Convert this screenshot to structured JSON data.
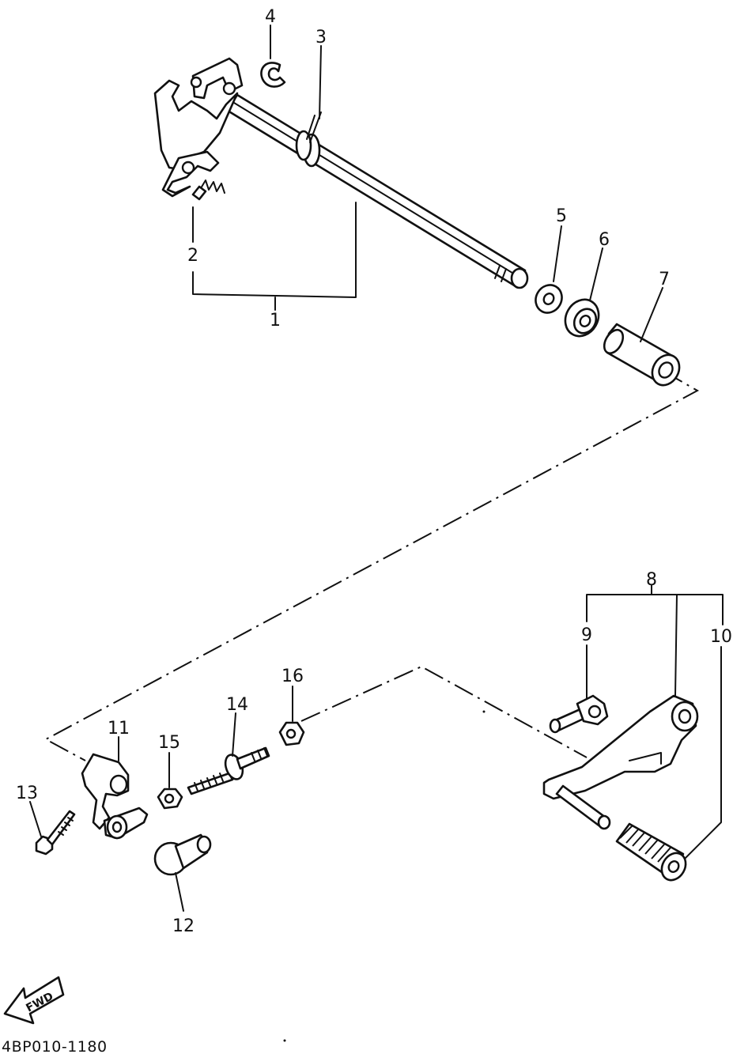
{
  "diagram": {
    "callouts": [
      {
        "id": "1",
        "text": "1"
      },
      {
        "id": "2",
        "text": "2"
      },
      {
        "id": "3",
        "text": "3"
      },
      {
        "id": "4",
        "text": "4"
      },
      {
        "id": "5",
        "text": "5"
      },
      {
        "id": "6",
        "text": "6"
      },
      {
        "id": "7",
        "text": "7"
      },
      {
        "id": "8",
        "text": "8"
      },
      {
        "id": "9",
        "text": "9"
      },
      {
        "id": "10",
        "text": "10"
      },
      {
        "id": "11",
        "text": "11"
      },
      {
        "id": "12",
        "text": "12"
      },
      {
        "id": "13",
        "text": "13"
      },
      {
        "id": "14",
        "text": "14"
      },
      {
        "id": "15",
        "text": "15"
      },
      {
        "id": "16",
        "text": "16"
      }
    ],
    "direction_badge": "FWD",
    "drawing_code": "4BP010-1180",
    "line_color": "#111111",
    "background_color": "#ffffff"
  }
}
